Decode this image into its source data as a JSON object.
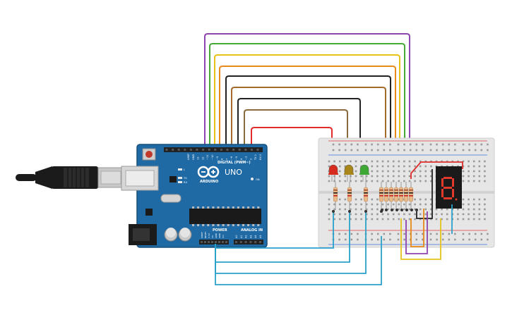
{
  "arduino": {
    "brand_label": "ARDUINO",
    "model_label": "UNO",
    "digital_header_label": "DIGITAL (PWM~)",
    "power_header_label": "POWER",
    "analog_header_label": "ANALOG IN",
    "digital_pin_labels": [
      "AREF",
      "GND",
      "13",
      "12",
      "~11",
      "~10",
      "~9",
      "8",
      "7",
      "~6",
      "~5",
      "4",
      "~3",
      "2",
      "TX 1",
      "RX 0"
    ],
    "power_pin_labels": [
      "IOREF",
      "RESET",
      "3.3V",
      "5V",
      "GND",
      "GND",
      "Vin"
    ],
    "analog_pin_labels": [
      "A0",
      "A1",
      "A2",
      "A3",
      "A4",
      "A5"
    ],
    "led_labels": [
      "L",
      "TX",
      "RX"
    ],
    "on_label": "ON",
    "colors": {
      "board": "#1f6aa5",
      "board_dark": "#174f7c",
      "header": "#222222",
      "chip": "#1a1a1a",
      "reset": "#c0392b"
    }
  },
  "usb_cable": {
    "colors": {
      "plug": "#1b1b1b",
      "metal": "#c8c8c8"
    }
  },
  "breadboard": {
    "column_count": 30,
    "colors": {
      "body": "#e6e6e6",
      "hole": "#9a9a9a",
      "rail_red": "#e23b3b",
      "rail_blue": "#3b6fe2"
    }
  },
  "components": {
    "leds": [
      {
        "name": "red",
        "color": "#d62b1e"
      },
      {
        "name": "yellow",
        "color": "#a8861a"
      },
      {
        "name": "green",
        "color": "#3da833"
      }
    ],
    "resistor_count": 10,
    "seven_segment": {
      "digit": "8",
      "color": "#e03a2c"
    }
  },
  "wires": {
    "digital_colors": [
      "#8e44ad",
      "#49a83a",
      "#e6c21a",
      "#e68a1a",
      "#222222",
      "#a46a2c",
      "#222222",
      "#8a6a3a",
      "#e02c2c"
    ],
    "ground_color": "#2aa1c9",
    "ground_count": 5
  }
}
